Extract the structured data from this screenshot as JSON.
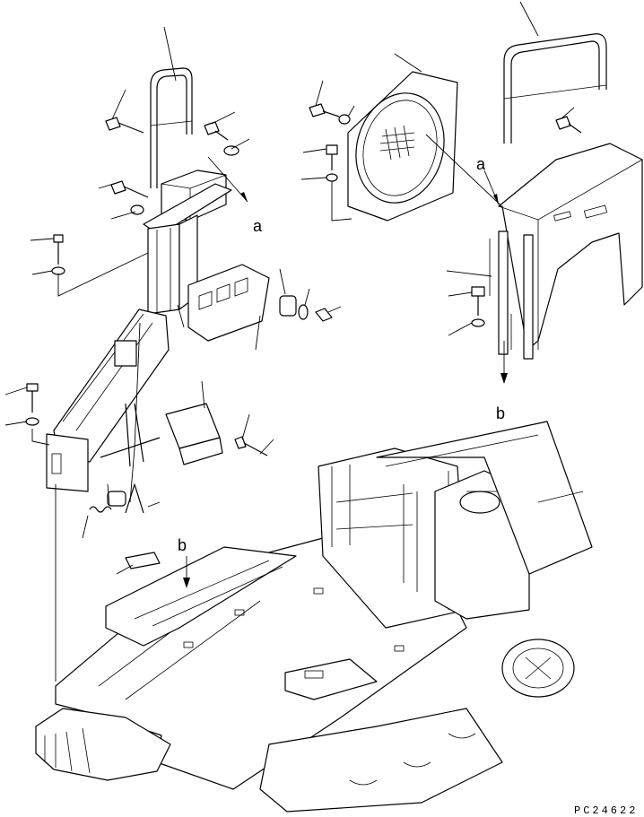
{
  "callouts": {
    "a_upper": "a",
    "a_right": "a",
    "b_right": "b",
    "b_lower": "b"
  },
  "drawing_code": "PC24622"
}
